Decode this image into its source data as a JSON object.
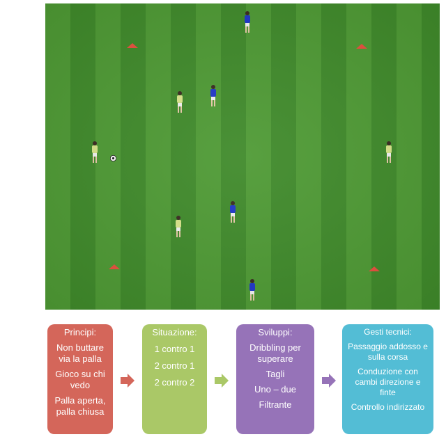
{
  "diagram": {
    "boxes": [
      {
        "title": "Principi:",
        "items": [
          "Non buttare via la palla",
          "Gioco su chi vedo",
          "Palla aperta, palla chiusa"
        ],
        "color": "#d4665a"
      },
      {
        "title": "Situazione:",
        "items": [
          "1 contro 1",
          "2 contro 1",
          "2 contro 2"
        ],
        "color": "#aac867"
      },
      {
        "title": "Sviluppi:",
        "items": [
          "Dribbling per superare",
          "Tagli",
          "Uno – due",
          "Filtrante"
        ],
        "color": "#9673b8"
      },
      {
        "title": "Gesti tecnici:",
        "items": [
          "Passaggio addosso e sulla corsa",
          "Conduzione con cambi direzione e finte",
          "Controllo indirizzato"
        ],
        "color": "#53bdd5"
      }
    ],
    "arrow_colors": [
      "#d4665a",
      "#aac867",
      "#9673b8"
    ],
    "pitch_colors": {
      "stripe_light": "#4e9a34",
      "stripe_dark": "#3f8a2a"
    },
    "team_colors": {
      "blue": "#1f36c9",
      "yellow": "#d9e48a"
    },
    "cone_color": "#e8503e"
  }
}
